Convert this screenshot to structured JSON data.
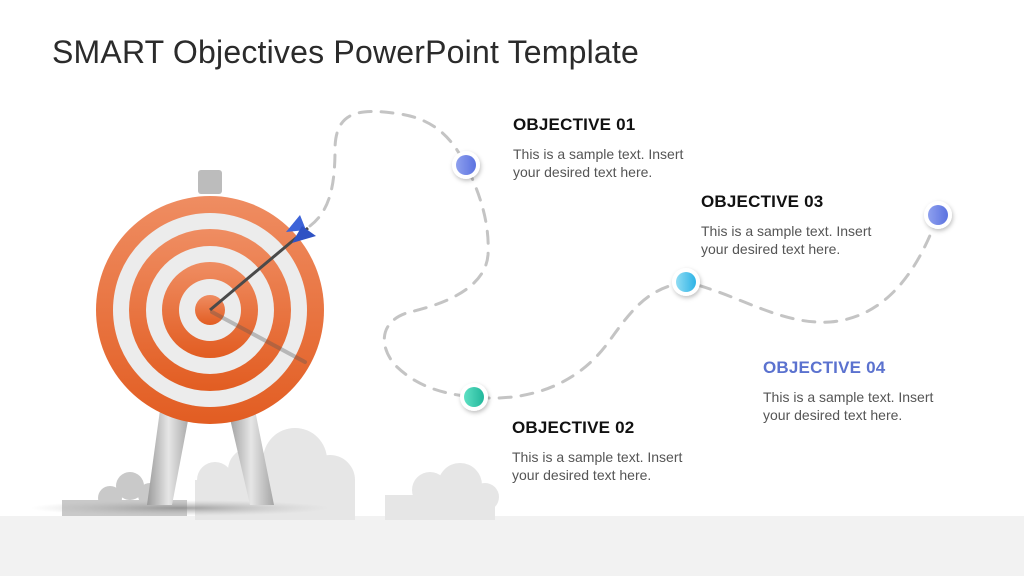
{
  "slide": {
    "title": "SMART Objectives PowerPoint Template"
  },
  "objectives": [
    {
      "id": "01",
      "heading": "OBJECTIVE 01",
      "text": "This is a sample text. Insert your desired text here.",
      "marker_color": "#6f86e6"
    },
    {
      "id": "02",
      "heading": "OBJECTIVE 02",
      "text": "This is a sample text. Insert your desired text here.",
      "marker_color": "#3fcfb4"
    },
    {
      "id": "03",
      "heading": "OBJECTIVE 03",
      "text": "This is a sample text. Insert your desired text here.",
      "marker_color": "#4cc3ec"
    },
    {
      "id": "04",
      "heading": "OBJECTIVE 04",
      "text": "This is a sample text. Insert your desired text here.",
      "marker_color": "#6f86e6",
      "heading_color": "#5b72cf"
    }
  ],
  "illustration": {
    "target_icon": "archery-target-icon",
    "arrow_icon": "arrow-icon",
    "colors": {
      "ring_orange": "#e8673a",
      "ring_light": "#ececec",
      "fletching": "#3d63d8",
      "path": "#c4c4c4"
    }
  }
}
